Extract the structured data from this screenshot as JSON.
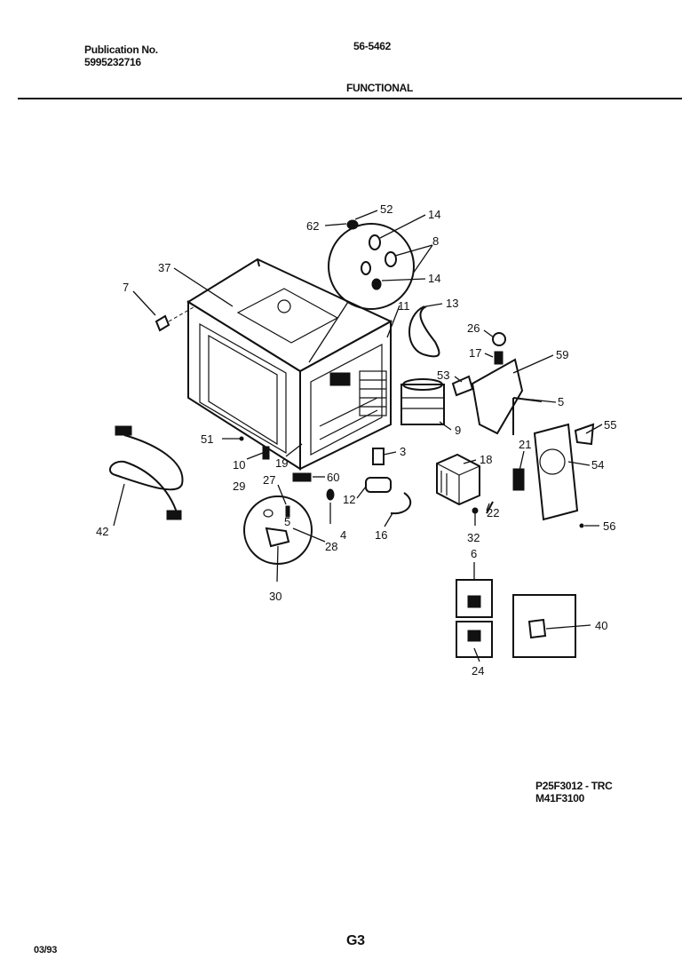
{
  "header": {
    "publication_label": "Publication No.",
    "publication_number": "5995232716",
    "model_number": "56-5462",
    "section_title": "FUNCTIONAL"
  },
  "footer": {
    "model_codes_line1": "P25F3012 - TRC",
    "model_codes_line2": "M41F3100",
    "page_code": "G3",
    "date": "03/93"
  },
  "callouts": [
    "62",
    "52",
    "14",
    "8",
    "14",
    "37",
    "7",
    "11",
    "13",
    "26",
    "17",
    "59",
    "53",
    "5",
    "9",
    "55",
    "21",
    "54",
    "3",
    "18",
    "60",
    "51",
    "10",
    "19",
    "27",
    "29",
    "5",
    "28",
    "4",
    "12",
    "16",
    "22",
    "32",
    "56",
    "42",
    "30",
    "6",
    "24",
    "40"
  ]
}
